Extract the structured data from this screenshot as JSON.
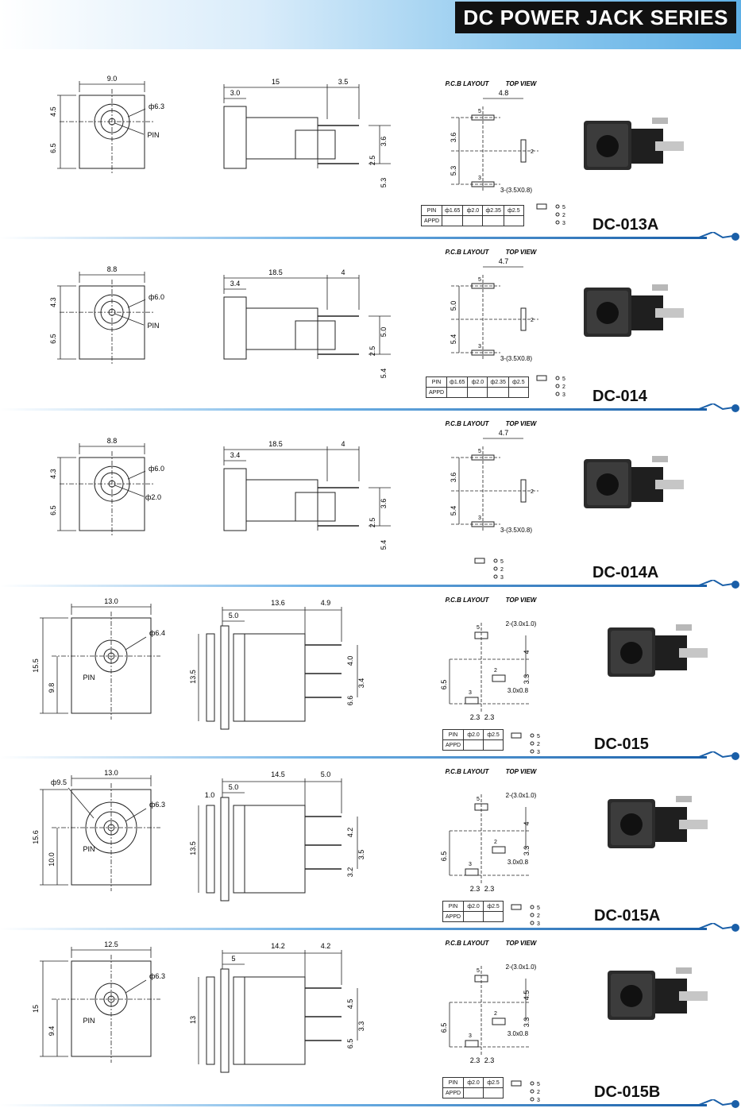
{
  "header": {
    "title": "DC POWER JACK SERIES"
  },
  "pcb": {
    "title": "P.C.B LAYOUT",
    "view": "TOP VIEW"
  },
  "table_labels": {
    "pin": "PIN",
    "appd": "APPD"
  },
  "pin_legend": [
    "5",
    "2",
    "3"
  ],
  "labels": {
    "pin": "PIN"
  },
  "colors": {
    "accent": "#1a73c9",
    "line": "#222222",
    "body": "#2a2a2a"
  },
  "products": [
    {
      "model": "DC-013A",
      "front": {
        "w": "9.0",
        "h1": "4.5",
        "h2": "6.5",
        "d1": "ф6.3",
        "d2": "PIN"
      },
      "side": {
        "l1": "15",
        "l2": "3.5",
        "l3": "3.0",
        "v1": "3.6",
        "v2": "2.5",
        "v3": "5.3"
      },
      "pcb": {
        "dx": "4.8",
        "dy1": "3.6",
        "dy2": "5.3",
        "pad": "3-(3.5X0.8)",
        "p1": "5",
        "p2": "2",
        "p3": "3"
      },
      "pins": [
        "ф1.65",
        "ф2.0",
        "ф2.35",
        "ф2.5"
      ]
    },
    {
      "model": "DC-014",
      "front": {
        "w": "8.8",
        "h1": "4.3",
        "h2": "6.5",
        "d1": "ф6.0",
        "d2": "PIN"
      },
      "side": {
        "l1": "18.5",
        "l2": "4",
        "l3": "3.4",
        "v1": "5.0",
        "v2": "2.5",
        "v3": "5.4"
      },
      "pcb": {
        "dx": "4.7",
        "dy1": "5.0",
        "dy2": "5.4",
        "pad": "3-(3.5X0.8)",
        "p1": "5",
        "p2": "2",
        "p3": "3"
      },
      "pins": [
        "ф1.65",
        "ф2.0",
        "ф2.35",
        "ф2.5"
      ]
    },
    {
      "model": "DC-014A",
      "front": {
        "w": "8.8",
        "h1": "4.3",
        "h2": "6.5",
        "d1": "ф6.0",
        "d2": "ф2.0"
      },
      "side": {
        "l1": "18.5",
        "l2": "4",
        "l3": "3.4",
        "v1": "3.6",
        "v2": "2.5",
        "v3": "5.4"
      },
      "pcb": {
        "dx": "4.7",
        "dy1": "3.6",
        "dy2": "5.4",
        "pad": "3-(3.5X0.8)",
        "p1": "5",
        "p2": "2",
        "p3": "3"
      },
      "pins": []
    },
    {
      "model": "DC-015",
      "front": {
        "w": "13.0",
        "h1": "15.5",
        "h2": "9.8",
        "d1": "ф6.4",
        "d2": "PIN"
      },
      "side": {
        "l1": "13.6",
        "l2": "4.9",
        "l3": "5.0",
        "v0": "13.5",
        "v1": "4.0",
        "v2": "3.4",
        "v3": "6.6"
      },
      "pcb": {
        "pad1": "2-(3.0x1.0)",
        "v1": "4",
        "v2": "3.3",
        "v3": "6.5",
        "pad2": "3.0x0.8",
        "h1": "2.3",
        "h2": "2.3",
        "p1": "5",
        "p2": "2",
        "p3": "3"
      },
      "pins": [
        "ф2.0",
        "ф2.5"
      ]
    },
    {
      "model": "DC-015A",
      "front": {
        "w": "13.0",
        "h1": "15.6",
        "h2": "10.0",
        "d0": "ф9.5",
        "d1": "ф6.3",
        "d2": "PIN"
      },
      "side": {
        "l0": "1.0",
        "l1": "5.0",
        "l2": "14.5",
        "l3": "5.0",
        "v0": "13.5",
        "v1": "4.2",
        "v2": "3.5",
        "v3": "3.2"
      },
      "pcb": {
        "pad1": "2-(3.0x1.0)",
        "v1": "4",
        "v2": "3.3",
        "v3": "6.5",
        "pad2": "3.0x0.8",
        "h1": "2.3",
        "h2": "2.3",
        "p1": "5",
        "p2": "2",
        "p3": "3"
      },
      "pins": [
        "ф2.0",
        "ф2.5"
      ]
    },
    {
      "model": "DC-015B",
      "front": {
        "w": "12.5",
        "h1": "15",
        "h2": "9.4",
        "d1": "ф6.3",
        "d2": "PIN"
      },
      "side": {
        "l1": "14.2",
        "l2": "4.2",
        "l3": "5",
        "v0": "13",
        "v1": "4.5",
        "v2": "3.3",
        "v3": "6.5"
      },
      "pcb": {
        "pad1": "2-(3.0x1.0)",
        "v1": "4.5",
        "v2": "3.3",
        "v3": "6.5",
        "pad2": "3.0x0.8",
        "h1": "2.3",
        "h2": "2.3",
        "p1": "5",
        "p2": "2",
        "p3": "3"
      },
      "pins": [
        "ф2.0",
        "ф2.5"
      ]
    }
  ]
}
